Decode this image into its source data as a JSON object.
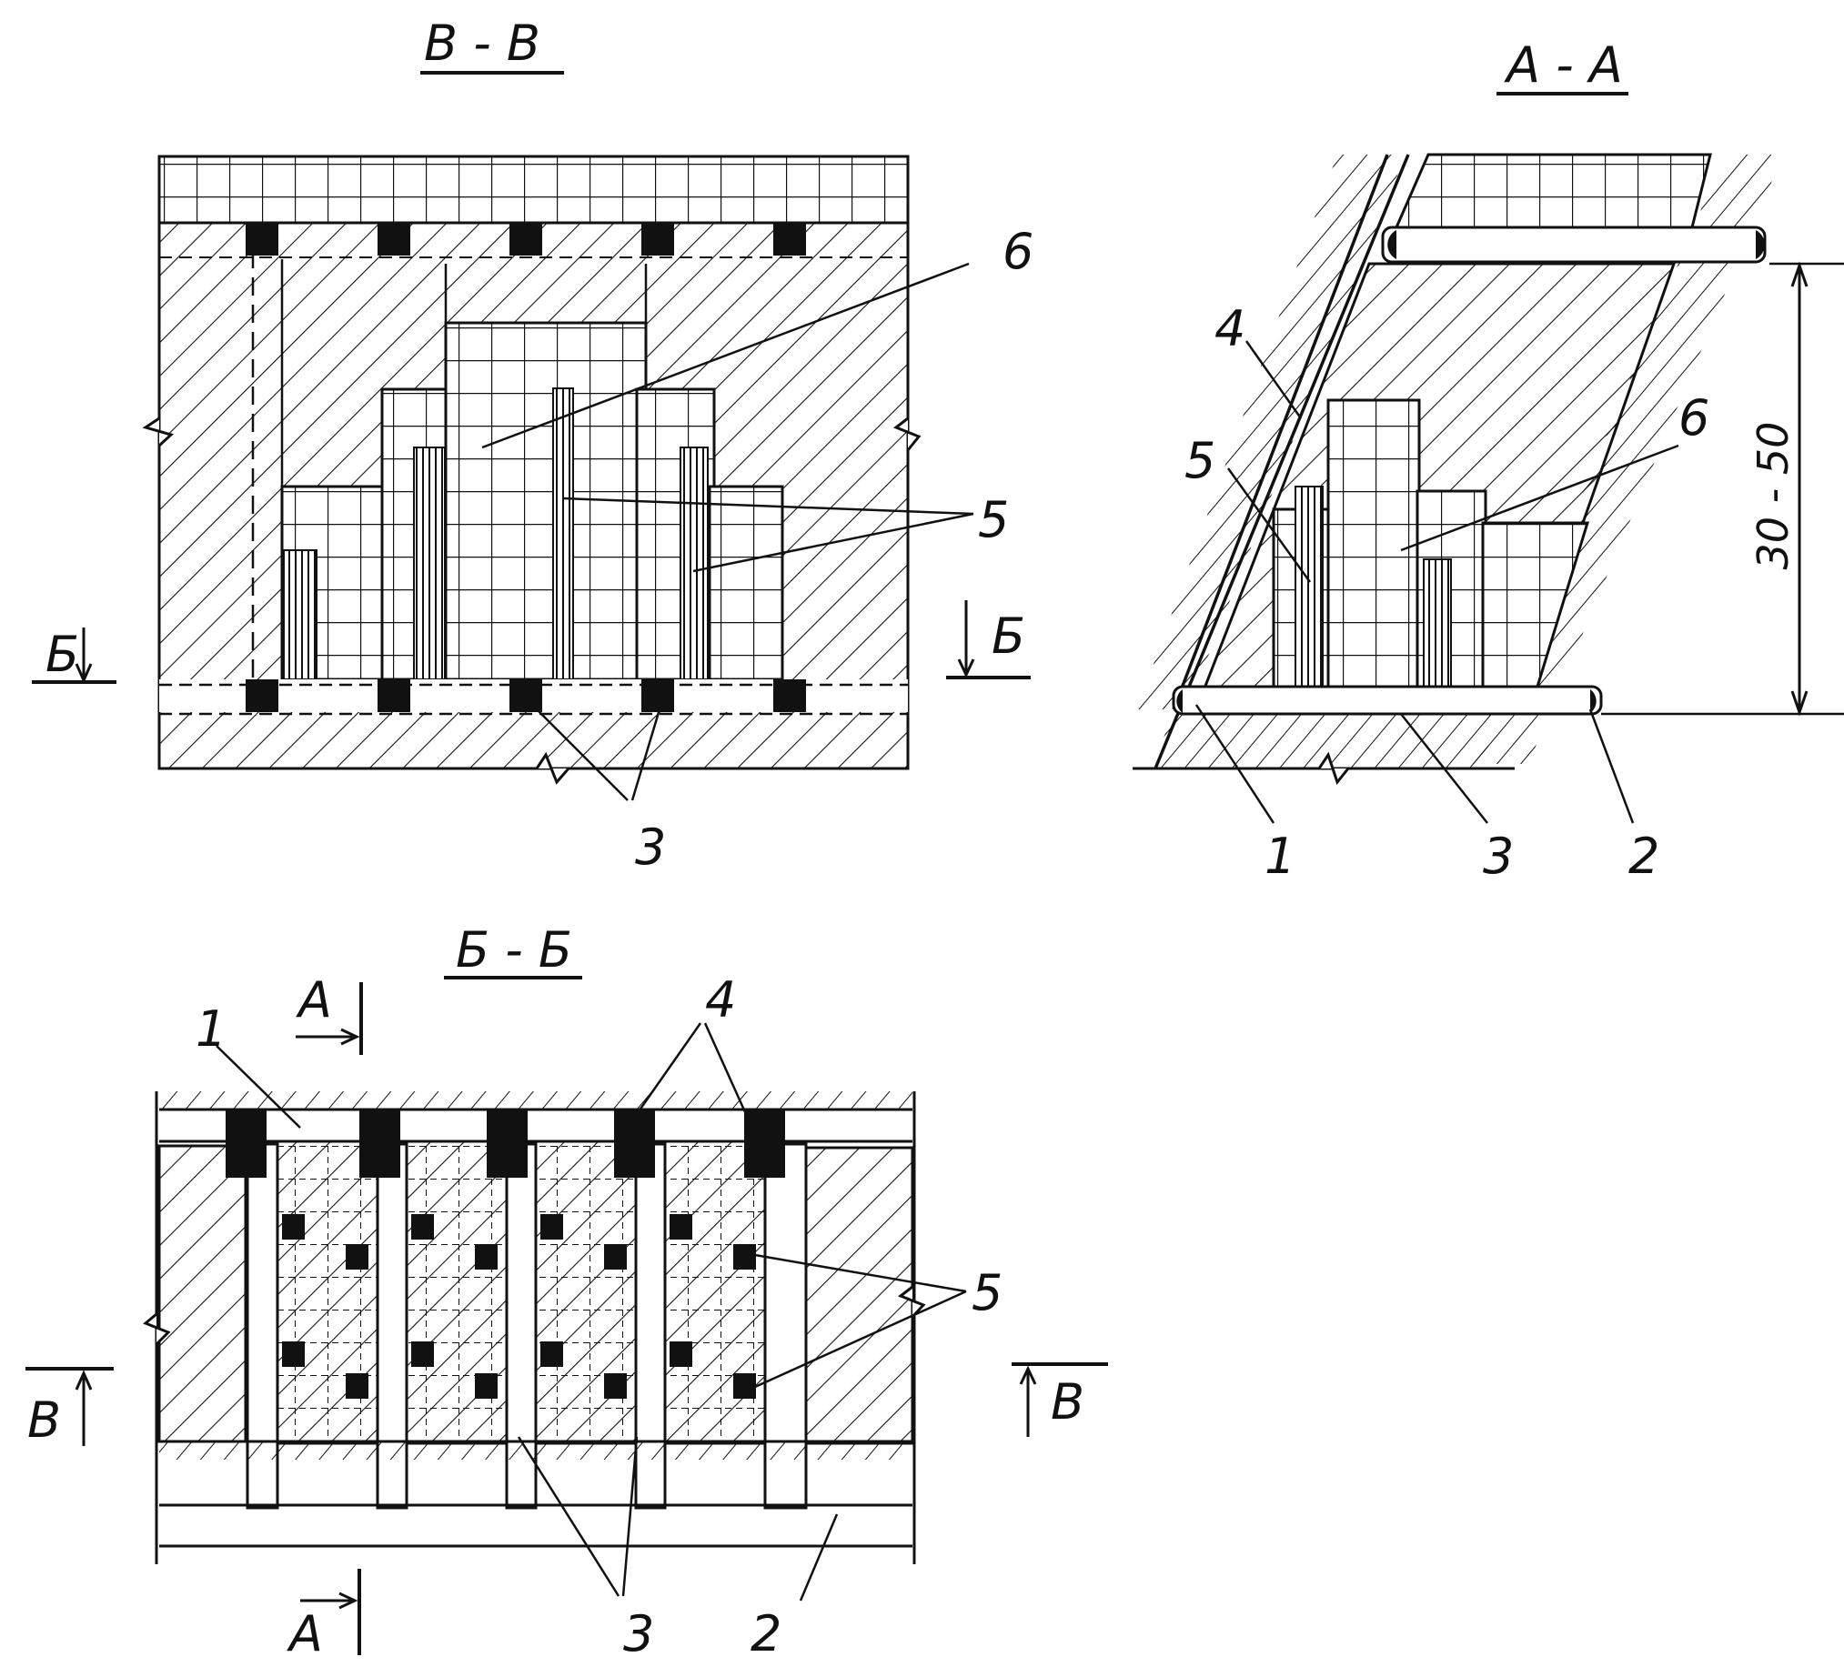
{
  "views": {
    "vv_title": "В - В",
    "aa_title": "А - А",
    "bb_title": "Б - Б"
  },
  "section_marks": {
    "b_left": "Б",
    "b_right": "Б",
    "v_left": "В",
    "v_right": "В",
    "a_top": "А",
    "a_bottom": "А"
  },
  "callouts": {
    "vv_6": "6",
    "vv_5": "5",
    "vv_3": "3",
    "aa_4": "4",
    "aa_5": "5",
    "aa_6": "6",
    "aa_1": "1",
    "aa_3": "3",
    "aa_2": "2",
    "bb_1": "1",
    "bb_4": "4",
    "bb_5": "5",
    "bb_3": "3",
    "bb_2": "2"
  },
  "dimension": "30 - 50",
  "colors": {
    "line": "#111111",
    "paper": "#ffffff"
  }
}
